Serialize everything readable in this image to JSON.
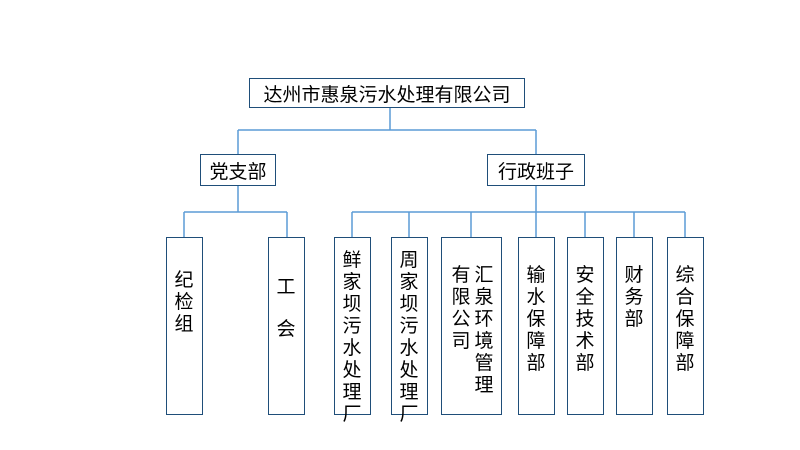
{
  "company": "达州市惠泉污水处理有限公司",
  "branches": {
    "party": "党支部",
    "admin": "行政班子"
  },
  "party_units": {
    "discipline": "纪检组",
    "union": "工 会"
  },
  "admin_units": {
    "xianjiaba": "鲜家坝污水处理厂",
    "zhoujiaba": "周家坝污水处理厂",
    "huiquan_a": "汇泉环境管理",
    "huiquan_b": "有限公司",
    "water": "输水保障部",
    "safety": "安全技术部",
    "finance": "财务部",
    "general": "综合保障部"
  },
  "colors": {
    "line": "#5B9BD5",
    "border": "#1F4E79"
  }
}
